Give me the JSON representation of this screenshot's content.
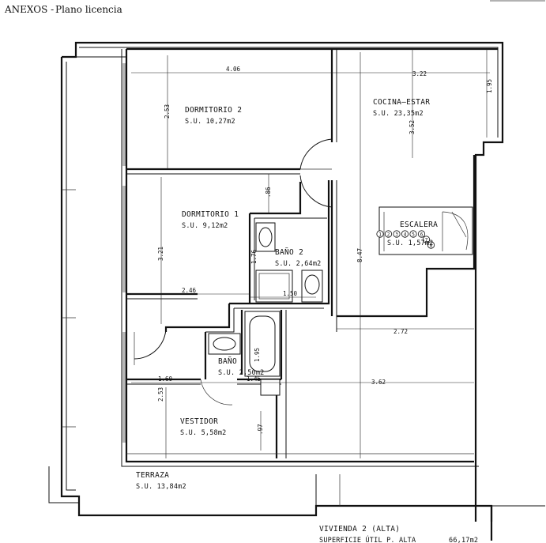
{
  "header": {
    "prefix": "ANEXOS -",
    "title": "Plano licencia"
  },
  "rooms": [
    {
      "key": "dormitorio2",
      "name": "DORMITORIO 2",
      "area": "S.U. 10,27m2"
    },
    {
      "key": "cocina",
      "name": "COCINA–ESTAR",
      "area": "S.U. 23,35m2"
    },
    {
      "key": "dormitorio1",
      "name": "DORMITORIO 1",
      "area": "S.U. 9,12m2"
    },
    {
      "key": "escalera",
      "name": "ESCALERA",
      "area": "S.U. 1,57m2"
    },
    {
      "key": "bano2",
      "name": "BAÑO 2",
      "area": "S.U. 2,64m2"
    },
    {
      "key": "bano",
      "name": "BAÑO",
      "area": "S.U. 2,50m2"
    },
    {
      "key": "vestidor",
      "name": "VESTIDOR",
      "area": "S.U. 5,58m2"
    },
    {
      "key": "terraza",
      "name": "TERRAZA",
      "area": "S.U. 13,84m2"
    }
  ],
  "dimensions": {
    "d1": "4.06",
    "d2": "3.22",
    "d3": "1.95",
    "d4": "2.53",
    "d5": "3.52",
    "d6": ".86",
    "d7": "3.21",
    "d8": "8.47",
    "d9": "1.76",
    "d10": "2.46",
    "d11": "1.50",
    "d12": "2.72",
    "d13": "1.95",
    "d14": "1.60",
    "d15": "1.45",
    "d16": "3.62",
    "d17": "2.53",
    "d18": ".97"
  },
  "stair_steps": [
    "1",
    "2",
    "3",
    "4",
    "5",
    "6",
    "7",
    "8"
  ],
  "footer": {
    "line1": "VIVIENDA 2 (ALTA)",
    "line2": "SUPERFICIE ÚTIL P. ALTA",
    "value": "66,17m2"
  }
}
